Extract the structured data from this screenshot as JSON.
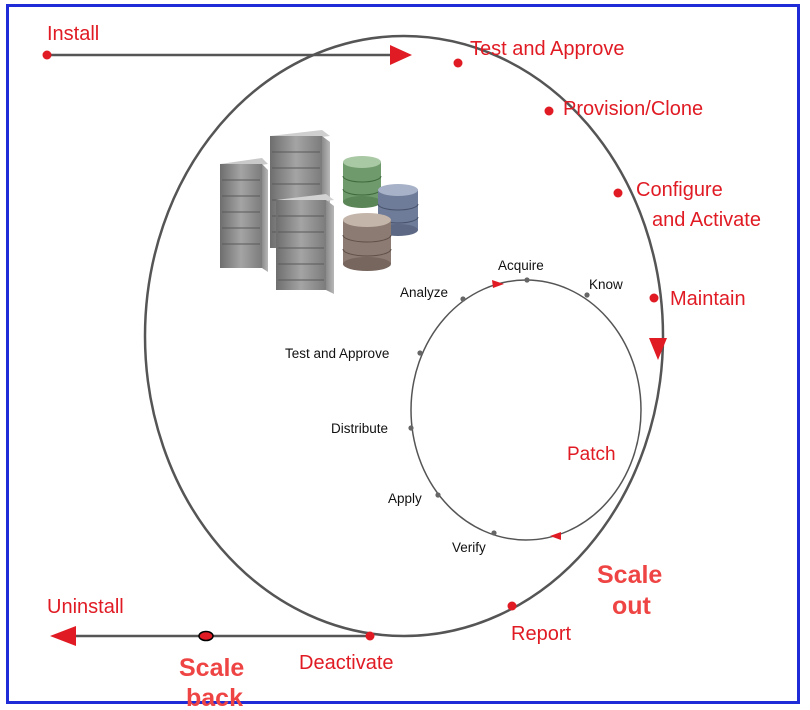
{
  "outer_cycle": {
    "install": "Install",
    "test_and_approve": "Test and Approve",
    "provision_clone": "Provision/Clone",
    "configure_line1": "Configure",
    "configure_line2": "and Activate",
    "maintain": "Maintain",
    "report": "Report",
    "deactivate": "Deactivate",
    "uninstall": "Uninstall"
  },
  "patch_cycle": {
    "title": "Patch",
    "acquire": "Acquire",
    "know": "Know",
    "analyze": "Analyze",
    "test_and_approve": "Test and Approve",
    "distribute": "Distribute",
    "apply": "Apply",
    "verify": "Verify"
  },
  "scale": {
    "out_line1": "Scale",
    "out_line2": "out",
    "back_line1": "Scale",
    "back_line2": "back"
  },
  "colors": {
    "accent": "#e01b24",
    "scale_text": "#ef4444",
    "border": "#1f2bd6",
    "cycle_line": "#555555"
  },
  "icons": [
    "server-icon",
    "database-icon"
  ]
}
